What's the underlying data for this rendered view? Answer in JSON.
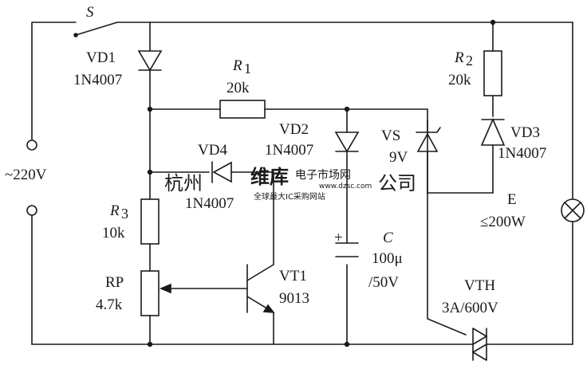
{
  "colors": {
    "ink": "#1a1a1a",
    "watermark_gray": "#b8b8b8",
    "watermark_red": "#e07a7a",
    "background": "#ffffff"
  },
  "components": {
    "switch": {
      "ref": "S"
    },
    "supply": {
      "value": "~220V"
    },
    "vd1": {
      "ref": "VD1",
      "part": "1N4007"
    },
    "r1": {
      "ref": "R",
      "sub": "1",
      "value": "20k"
    },
    "vd2": {
      "ref": "VD2",
      "part": "1N4007"
    },
    "vs": {
      "ref": "VS",
      "value": "9V"
    },
    "r2": {
      "ref": "R",
      "sub": "2",
      "value": "20k"
    },
    "vd3": {
      "ref": "VD3",
      "part": "1N4007"
    },
    "vd4": {
      "ref": "VD4",
      "part": "1N4007"
    },
    "r3": {
      "ref": "R",
      "sub": "3",
      "value": "10k"
    },
    "rp": {
      "ref": "RP",
      "value": "4.7k"
    },
    "vt1": {
      "ref": "VT1",
      "part": "9013"
    },
    "cap": {
      "ref": "C",
      "value": "100μ",
      "voltage": "/50V",
      "polarity": "+"
    },
    "vth": {
      "ref": "VTH",
      "rating": "3A/600V"
    },
    "lamp": {
      "ref": "E",
      "rating": "≤200W"
    }
  },
  "watermark": {
    "left_text": "杭州",
    "brand": "维库",
    "brand_sub": "电子市场网",
    "tagline": "全球最大IC采购网站",
    "url": "www.dzsc.com",
    "right_text": "公司"
  }
}
